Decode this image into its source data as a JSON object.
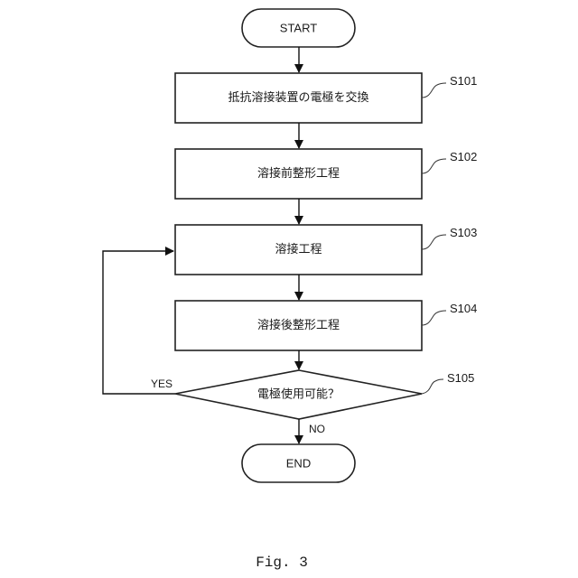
{
  "figure": {
    "caption": "Fig. 3"
  },
  "flowchart": {
    "start": {
      "label": "START"
    },
    "end": {
      "label": "END"
    },
    "steps": [
      {
        "id": "S101",
        "label": "抵抗溶接装置の電極を交換"
      },
      {
        "id": "S102",
        "label": "溶接前整形工程"
      },
      {
        "id": "S103",
        "label": "溶接工程"
      },
      {
        "id": "S104",
        "label": "溶接後整形工程"
      }
    ],
    "decision": {
      "id": "S105",
      "label": "電極使用可能？",
      "yes_label": "YES",
      "no_label": "NO"
    }
  }
}
